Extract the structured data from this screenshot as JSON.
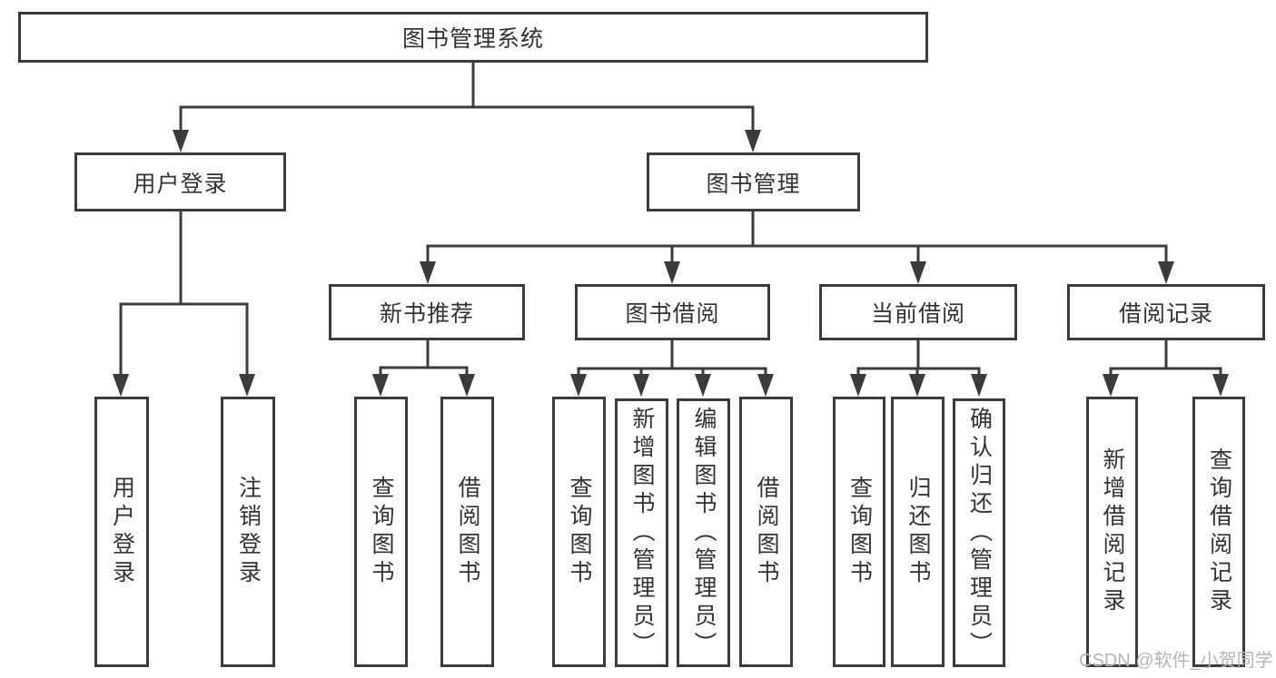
{
  "diagram": {
    "title": "图书管理系统",
    "tree": {
      "root": {
        "label": "图书管理系统",
        "children": [
          {
            "label": "用户登录",
            "children": [
              {
                "label": "用户登录"
              },
              {
                "label": "注销登录"
              }
            ]
          },
          {
            "label": "图书管理",
            "children": [
              {
                "label": "新书推荐",
                "children": [
                  {
                    "label": "查询图书"
                  },
                  {
                    "label": "借阅图书"
                  }
                ]
              },
              {
                "label": "图书借阅",
                "children": [
                  {
                    "label": "查询图书"
                  },
                  {
                    "label": "新增图书（管理员）"
                  },
                  {
                    "label": "编辑图书（管理员）"
                  },
                  {
                    "label": "借阅图书"
                  }
                ]
              },
              {
                "label": "当前借阅",
                "children": [
                  {
                    "label": "查询图书"
                  },
                  {
                    "label": "归还图书"
                  },
                  {
                    "label": "确认归还（管理员）"
                  }
                ]
              },
              {
                "label": "借阅记录",
                "children": [
                  {
                    "label": "新增借阅记录"
                  },
                  {
                    "label": "查询借阅记录"
                  }
                ]
              }
            ]
          }
        ]
      }
    },
    "colors": {
      "line": "#3b3b3b",
      "text": "#333333",
      "box_background": "#ffffff",
      "watermark": "#b5b5b5"
    }
  },
  "watermark": {
    "text": "CSDN @软件_小贺同学"
  }
}
